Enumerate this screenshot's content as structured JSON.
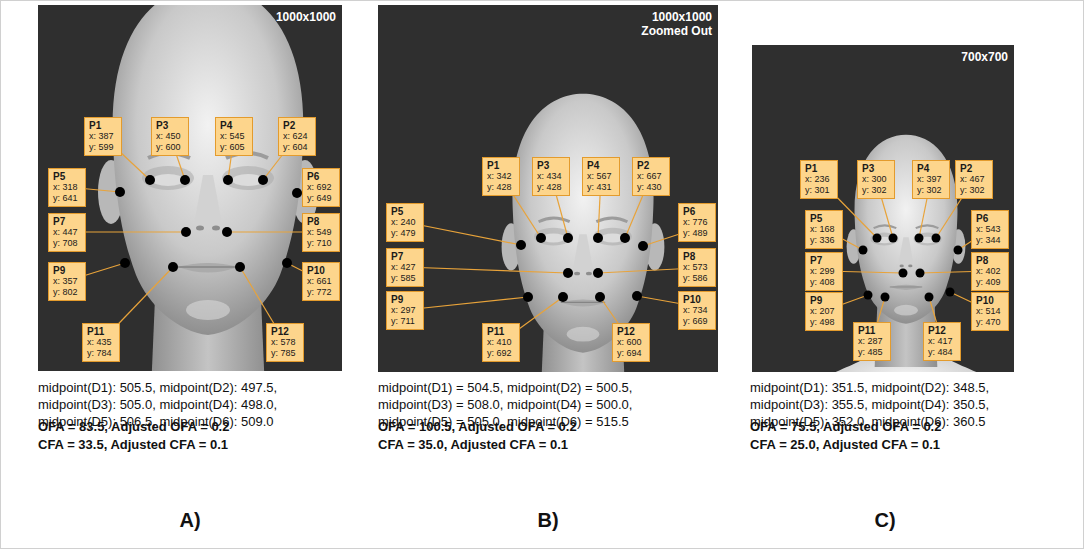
{
  "diagram": {
    "nodes": [
      {
        "text": [
          "1000x1000"
        ]
      },
      {
        "text": [
          "P1",
          "x: 387",
          "y: 599"
        ],
        "in": 0
      },
      {
        "text": [
          "P3",
          "x: 450",
          "y: 600"
        ],
        "in": 0
      },
      {
        "text": [
          "P4",
          "x: 545",
          "y: 605"
        ],
        "in": 0
      },
      {
        "text": [
          "P2",
          "x: 624",
          "y: 604"
        ],
        "in": 0
      },
      {
        "text": [
          "P5",
          "x: 318",
          "y: 641"
        ],
        "in": 0
      },
      {
        "text": [
          "P6",
          "x: 692",
          "y: 649"
        ],
        "in": 0
      },
      {
        "text": [
          "P7",
          "x: 447",
          "y: 708"
        ],
        "in": 0
      },
      {
        "text": [
          "P8",
          "x: 549",
          "y: 710"
        ],
        "in": 0
      },
      {
        "text": [
          "P9",
          "x: 357",
          "y: 802"
        ],
        "in": 0
      },
      {
        "text": [
          "P10",
          "x: 661",
          "y: 772"
        ],
        "in": 0
      },
      {
        "text": [
          "P11",
          "x: 435",
          "y: 784"
        ],
        "in": 0
      },
      {
        "text": [
          "P12",
          "x: 578",
          "y: 785"
        ],
        "in": 0
      },
      {
        "text": [
          "1000x1000",
          "Zoomed Out"
        ]
      },
      {
        "text": [
          "P1",
          "x: 342",
          "y: 428"
        ],
        "in": 13
      },
      {
        "text": [
          "P3",
          "x: 434",
          "y: 428"
        ],
        "in": 13
      },
      {
        "text": [
          "P4",
          "x: 567",
          "y: 431"
        ],
        "in": 13
      },
      {
        "text": [
          "P2",
          "x: 667",
          "y: 430"
        ],
        "in": 13
      },
      {
        "text": [
          "P5",
          "x: 240",
          "y: 479"
        ],
        "in": 13
      },
      {
        "text": [
          "P6",
          "x: 776",
          "y: 489"
        ],
        "in": 13
      },
      {
        "text": [
          "P7",
          "x: 427",
          "y: 585"
        ],
        "in": 13
      },
      {
        "text": [
          "P8",
          "x: 573",
          "y: 586"
        ],
        "in": 13
      },
      {
        "text": [
          "P9",
          "x: 297",
          "y: 711"
        ],
        "in": 13
      },
      {
        "text": [
          "P10",
          "x: 734",
          "y: 669"
        ],
        "in": 13
      },
      {
        "text": [
          "P11",
          "x: 410",
          "y: 692"
        ],
        "in": 13
      },
      {
        "text": [
          "P12",
          "x: 600",
          "y: 694"
        ],
        "in": 13
      },
      {
        "text": [
          "700x700"
        ]
      },
      {
        "text": [
          "P1",
          "x: 236",
          "y: 301"
        ],
        "in": 26
      },
      {
        "text": [
          "P3",
          "x: 300",
          "y: 302"
        ],
        "in": 26
      },
      {
        "text": [
          "P4",
          "x: 397",
          "y: 302"
        ],
        "in": 26
      },
      {
        "text": [
          "P2",
          "x: 467",
          "y: 302"
        ],
        "in": 26
      },
      {
        "text": [
          "P5",
          "x: 168",
          "y: 336"
        ],
        "in": 26
      },
      {
        "text": [
          "P6",
          "x: 543",
          "y: 344"
        ],
        "in": 26
      },
      {
        "text": [
          "P7",
          "x: 299",
          "y: 408"
        ],
        "in": 26
      },
      {
        "text": [
          "P8",
          "x: 402",
          "y: 409"
        ],
        "in": 26
      },
      {
        "text": [
          "P9",
          "x: 207",
          "y: 498"
        ],
        "in": 26
      },
      {
        "text": [
          "P10",
          "x: 514",
          "y: 470"
        ],
        "in": 26
      },
      {
        "text": [
          "P11",
          "x: 287",
          "y: 485"
        ],
        "in": 26
      },
      {
        "text": [
          "P12",
          "x: 417",
          "y: 484"
        ],
        "in": 26
      }
    ],
    "labels": [
      "midpoint(D1): 505.5, midpoint(D2): 497.5, midpoint(D3): 505.0, midpoint(D4): 498.0, midpoint(D5): 506.5, midpoint(D6): 509.0",
      "OFA = 83.5, Adjusted OFA = 0.2",
      "CFA = 33.5, Adjusted CFA = 0.1",
      "midpoint(D1) = 504.5, midpoint(D2) = 500.5, midpoint(D3) = 508.0, midpoint(D4) = 500.0, midpoint(D5) = 505.0, midpoint(D6) = 515.5",
      "OFA = 100.5, Adjusted OFA = 0.2",
      "CFA = 35.0, Adjusted CFA = 0.1",
      "midpoint(D1): 351.5, midpoint(D2): 348.5, midpoint(D3): 355.5, midpoint(D4): 350.5, midpoint(D5): 352.0, midpoint(D6): 360.5",
      "OFA = 75.5, Adjusted OFA = 0.2",
      "CFA = 25.0, Adjusted CFA = 0.1",
      "A)",
      "B)",
      "C)"
    ]
  }
}
